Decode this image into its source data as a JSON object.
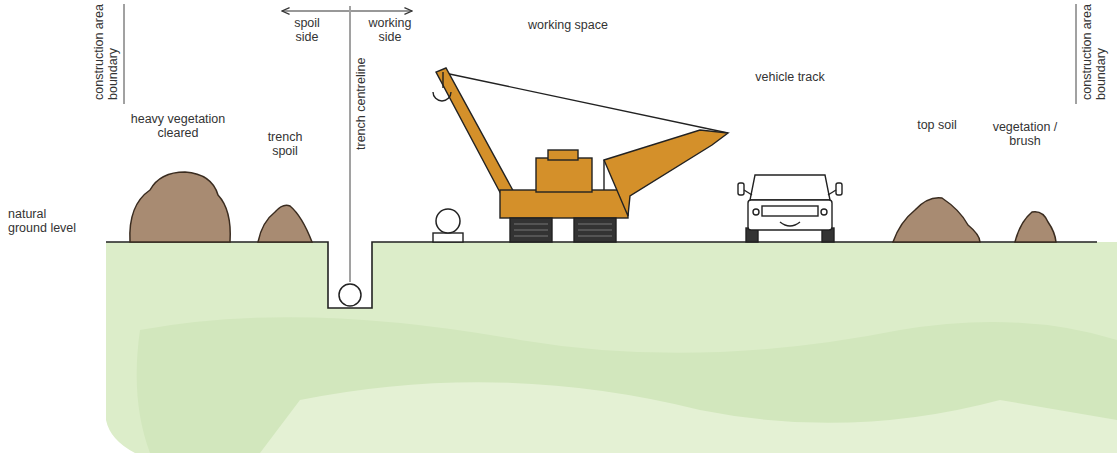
{
  "diagram": {
    "labels": [
      "spoil side",
      "working side",
      "working space",
      "construction area boundary",
      "heavy vegetation cleared",
      "trench spoil",
      "trench centreline",
      "vehicle track",
      "top soil",
      "vegetation / brush",
      "construction area boundary",
      "natural ground level"
    ]
  }
}
